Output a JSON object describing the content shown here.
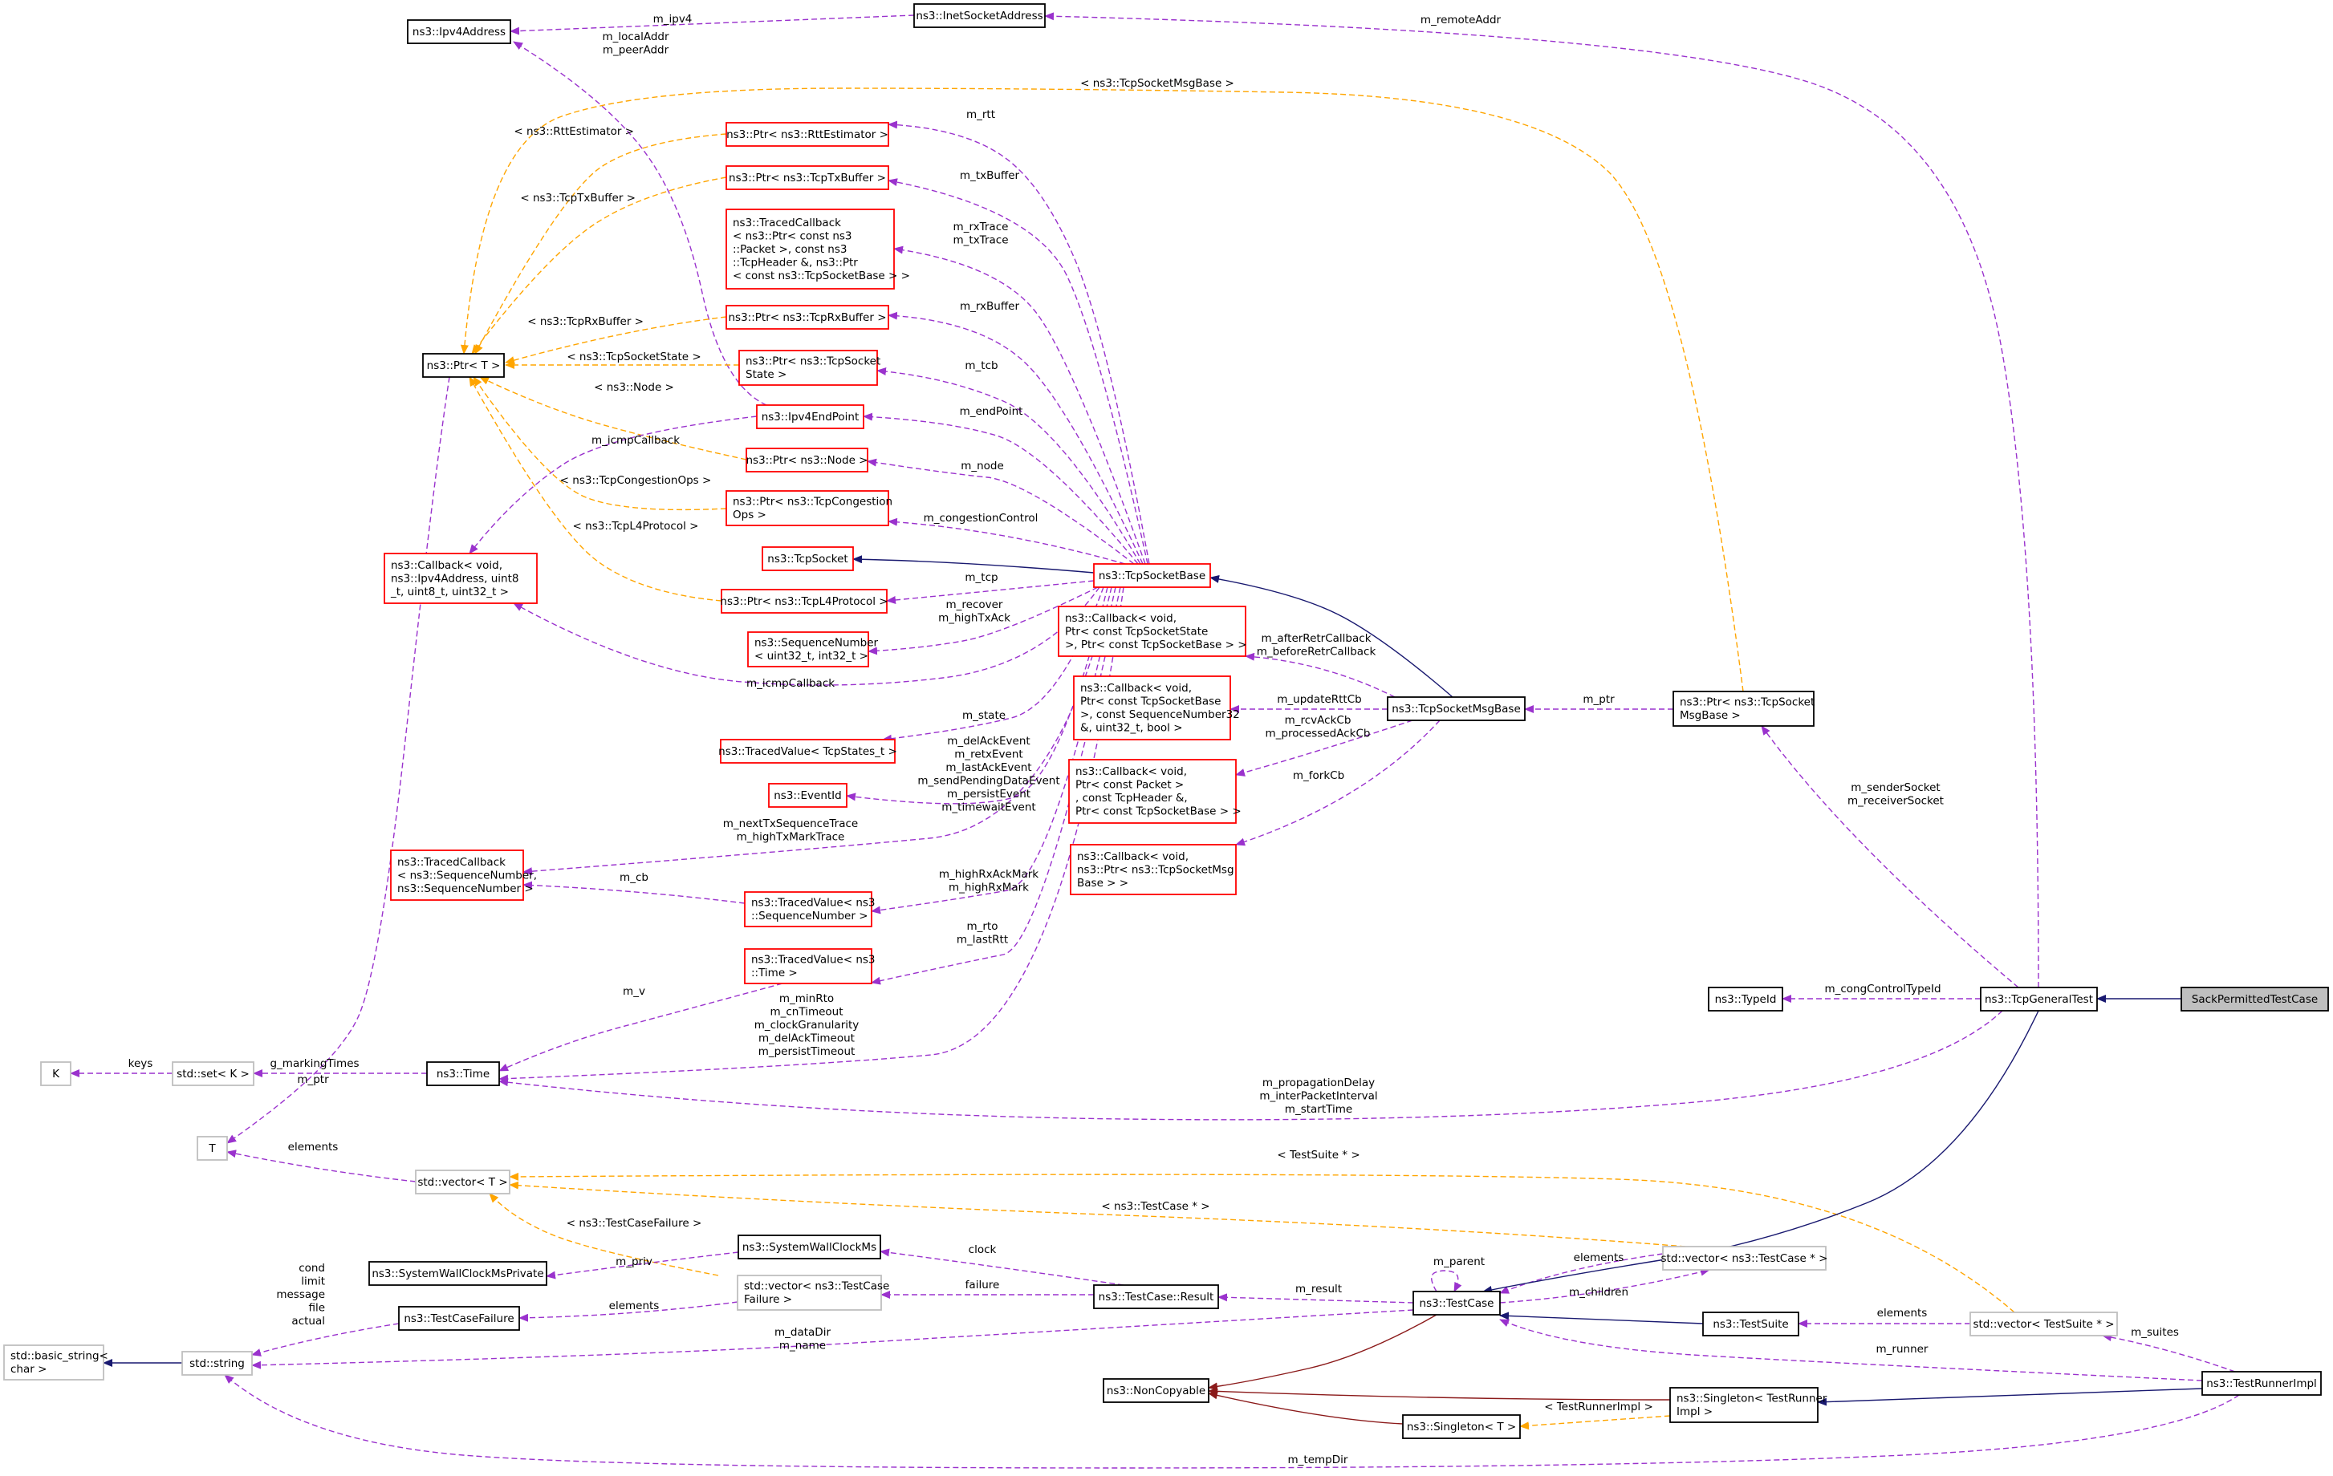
{
  "colors": {
    "usage": "#9a32cd",
    "template": "#ffa500",
    "inherit": "#191970",
    "private_inherit": "#8b1a1a",
    "border_black": "#000000",
    "border_red": "#ff0000",
    "border_grey": "#bfbfbf",
    "highlight_fill": "#bfbfbf"
  },
  "nodes": [
    {
      "id": "ipv4addr",
      "border": "black",
      "lines": [
        "ns3::Ipv4Address"
      ]
    },
    {
      "id": "inetsock",
      "border": "black",
      "lines": [
        "ns3::InetSocketAddress"
      ]
    },
    {
      "id": "ptrrtt",
      "border": "red",
      "lines": [
        "ns3::Ptr< ns3::RttEstimator >"
      ]
    },
    {
      "id": "ptrtx",
      "border": "red",
      "lines": [
        "ns3::Ptr< ns3::TcpTxBuffer >"
      ]
    },
    {
      "id": "tracedcb1",
      "border": "red",
      "lines": [
        "ns3::TracedCallback",
        "< ns3::Ptr< const ns3",
        "::Packet >, const ns3",
        "::TcpHeader &, ns3::Ptr",
        "< const ns3::TcpSocketBase > >"
      ]
    },
    {
      "id": "ptrrx",
      "border": "red",
      "lines": [
        "ns3::Ptr< ns3::TcpRxBuffer >"
      ]
    },
    {
      "id": "ptrstate",
      "border": "red",
      "lines": [
        "ns3::Ptr< ns3::TcpSocket",
        "State >"
      ]
    },
    {
      "id": "ptrt",
      "border": "black",
      "lines": [
        "ns3::Ptr< T >"
      ]
    },
    {
      "id": "ipv4ep",
      "border": "red",
      "lines": [
        "ns3::Ipv4EndPoint"
      ]
    },
    {
      "id": "ptrnode",
      "border": "red",
      "lines": [
        "ns3::Ptr< ns3::Node >"
      ]
    },
    {
      "id": "ptrcong",
      "border": "red",
      "lines": [
        "ns3::Ptr< ns3::TcpCongestion",
        "Ops >"
      ]
    },
    {
      "id": "cbicmp",
      "border": "red",
      "lines": [
        "ns3::Callback< void,",
        "ns3::Ipv4Address, uint8",
        "_t, uint8_t, uint32_t >"
      ]
    },
    {
      "id": "tcpsocket",
      "border": "red",
      "lines": [
        "ns3::TcpSocket"
      ]
    },
    {
      "id": "tcpsocketbase",
      "border": "red",
      "lines": [
        "ns3::TcpSocketBase"
      ]
    },
    {
      "id": "ptrl4",
      "border": "red",
      "lines": [
        "ns3::Ptr< ns3::TcpL4Protocol >"
      ]
    },
    {
      "id": "seqnum",
      "border": "red",
      "lines": [
        "ns3::SequenceNumber",
        "< uint32_t, int32_t >"
      ]
    },
    {
      "id": "tracedstate",
      "border": "red",
      "lines": [
        "ns3::TracedValue< TcpStates_t >"
      ]
    },
    {
      "id": "eventid",
      "border": "red",
      "lines": [
        "ns3::EventId"
      ]
    },
    {
      "id": "tracedcbseq",
      "border": "red",
      "lines": [
        "ns3::TracedCallback",
        "< ns3::SequenceNumber,",
        "ns3::SequenceNumber >"
      ]
    },
    {
      "id": "tracedseq",
      "border": "red",
      "lines": [
        "ns3::TracedValue< ns3",
        "::SequenceNumber >"
      ]
    },
    {
      "id": "tracedtime",
      "border": "red",
      "lines": [
        "ns3::TracedValue< ns3",
        "::Time >"
      ]
    },
    {
      "id": "cbretr",
      "border": "red",
      "lines": [
        "ns3::Callback< void,",
        "Ptr< const TcpSocketState",
        ">, Ptr< const TcpSocketBase > >"
      ]
    },
    {
      "id": "cbrtt",
      "border": "red",
      "lines": [
        "ns3::Callback< void,",
        "Ptr< const TcpSocketBase",
        ">, const SequenceNumber32",
        "&, uint32_t, bool >"
      ]
    },
    {
      "id": "cbrcv",
      "border": "red",
      "lines": [
        "ns3::Callback< void,",
        "Ptr< const Packet >",
        ", const TcpHeader &,",
        "Ptr< const TcpSocketBase > >"
      ]
    },
    {
      "id": "cbfork",
      "border": "red",
      "lines": [
        "ns3::Callback< void,",
        "ns3::Ptr< ns3::TcpSocketMsg",
        "Base > >"
      ]
    },
    {
      "id": "msgbase",
      "border": "black",
      "lines": [
        "ns3::TcpSocketMsgBase"
      ]
    },
    {
      "id": "ptrmsg",
      "border": "black",
      "lines": [
        "ns3::Ptr< ns3::TcpSocket",
        "MsgBase >"
      ]
    },
    {
      "id": "typeid",
      "border": "black",
      "lines": [
        "ns3::TypeId"
      ]
    },
    {
      "id": "general",
      "border": "black",
      "lines": [
        "ns3::TcpGeneralTest"
      ]
    },
    {
      "id": "sack",
      "border": "black",
      "fill": "grey",
      "lines": [
        "SackPermittedTestCase"
      ]
    },
    {
      "id": "K",
      "border": "grey",
      "lines": [
        "K"
      ]
    },
    {
      "id": "setk",
      "border": "grey",
      "lines": [
        "std::set< K >"
      ]
    },
    {
      "id": "time",
      "border": "black",
      "lines": [
        "ns3::Time"
      ]
    },
    {
      "id": "T",
      "border": "grey",
      "lines": [
        "T"
      ]
    },
    {
      "id": "vect",
      "border": "grey",
      "lines": [
        "std::vector< T >"
      ]
    },
    {
      "id": "wallpriv",
      "border": "black",
      "lines": [
        "ns3::SystemWallClockMsPrivate"
      ]
    },
    {
      "id": "wall",
      "border": "black",
      "lines": [
        "ns3::SystemWallClockMs"
      ]
    },
    {
      "id": "vecfail",
      "border": "grey",
      "lines": [
        "std::vector< ns3::TestCase",
        "Failure >"
      ]
    },
    {
      "id": "failure",
      "border": "black",
      "lines": [
        "ns3::TestCaseFailure"
      ]
    },
    {
      "id": "result",
      "border": "black",
      "lines": [
        "ns3::TestCase::Result"
      ]
    },
    {
      "id": "vectc",
      "border": "grey",
      "lines": [
        "std::vector< ns3::TestCase * >"
      ]
    },
    {
      "id": "testcase",
      "border": "black",
      "lines": [
        "ns3::TestCase"
      ]
    },
    {
      "id": "basicstr",
      "border": "grey",
      "lines": [
        "std::basic_string<",
        "char >"
      ]
    },
    {
      "id": "string",
      "border": "grey",
      "lines": [
        "std::string"
      ]
    },
    {
      "id": "testsuite",
      "border": "black",
      "lines": [
        "ns3::TestSuite"
      ]
    },
    {
      "id": "vects",
      "border": "grey",
      "lines": [
        "std::vector< TestSuite * >"
      ]
    },
    {
      "id": "noncopy",
      "border": "black",
      "lines": [
        "ns3::NonCopyable"
      ]
    },
    {
      "id": "singtr",
      "border": "black",
      "lines": [
        "ns3::Singleton< TestRunner",
        "Impl >"
      ]
    },
    {
      "id": "runner",
      "border": "black",
      "lines": [
        "ns3::TestRunnerImpl"
      ]
    },
    {
      "id": "singt",
      "border": "black",
      "lines": [
        "ns3::Singleton< T >"
      ]
    }
  ],
  "edges": [
    {
      "from": "inetsock",
      "to": "ipv4addr",
      "kind": "usage",
      "labels": [
        "m_ipv4"
      ]
    },
    {
      "from": "ipv4ep",
      "to": "ipv4addr",
      "kind": "usage",
      "labels": [
        "m_localAddr",
        "m_peerAddr"
      ]
    },
    {
      "from": "general",
      "to": "inetsock",
      "kind": "usage",
      "labels": [
        "m_remoteAddr"
      ]
    },
    {
      "from": "ptrmsg",
      "to": "ptrt",
      "kind": "template",
      "labels": [
        "< ns3::TcpSocketMsgBase >"
      ]
    },
    {
      "from": "ptrrtt",
      "to": "ptrt",
      "kind": "template",
      "labels": [
        "< ns3::RttEstimator >"
      ]
    },
    {
      "from": "ptrtx",
      "to": "ptrt",
      "kind": "template",
      "labels": [
        "< ns3::TcpTxBuffer >"
      ]
    },
    {
      "from": "ptrrx",
      "to": "ptrt",
      "kind": "template",
      "labels": [
        "< ns3::TcpRxBuffer >"
      ]
    },
    {
      "from": "ptrstate",
      "to": "ptrt",
      "kind": "template",
      "labels": [
        "< ns3::TcpSocketState >"
      ]
    },
    {
      "from": "ptrnode",
      "to": "ptrt",
      "kind": "template",
      "labels": [
        "< ns3::Node >"
      ]
    },
    {
      "from": "ptrcong",
      "to": "ptrt",
      "kind": "template",
      "labels": [
        "< ns3::TcpCongestionOps >"
      ]
    },
    {
      "from": "ptrl4",
      "to": "ptrt",
      "kind": "template",
      "labels": [
        "< ns3::TcpL4Protocol >"
      ]
    },
    {
      "from": "tcpsocketbase",
      "to": "ptrrtt",
      "kind": "usage",
      "labels": [
        "m_rtt"
      ]
    },
    {
      "from": "tcpsocketbase",
      "to": "ptrtx",
      "kind": "usage",
      "labels": [
        "m_txBuffer"
      ]
    },
    {
      "from": "tcpsocketbase",
      "to": "tracedcb1",
      "kind": "usage",
      "labels": [
        "m_rxTrace",
        "m_txTrace"
      ]
    },
    {
      "from": "tcpsocketbase",
      "to": "ptrrx",
      "kind": "usage",
      "labels": [
        "m_rxBuffer"
      ]
    },
    {
      "from": "tcpsocketbase",
      "to": "ptrstate",
      "kind": "usage",
      "labels": [
        "m_tcb"
      ]
    },
    {
      "from": "tcpsocketbase",
      "to": "ipv4ep",
      "kind": "usage",
      "labels": [
        "m_endPoint"
      ]
    },
    {
      "from": "ipv4ep",
      "to": "cbicmp",
      "kind": "usage",
      "labels": [
        "m_icmpCallback"
      ]
    },
    {
      "from": "tcpsocketbase",
      "to": "ptrnode",
      "kind": "usage",
      "labels": [
        "m_node"
      ]
    },
    {
      "from": "tcpsocketbase",
      "to": "ptrcong",
      "kind": "usage",
      "labels": [
        "m_congestionControl"
      ]
    },
    {
      "from": "tcpsocketbase",
      "to": "tcpsocket",
      "kind": "inherit",
      "labels": []
    },
    {
      "from": "tcpsocketbase",
      "to": "ptrl4",
      "kind": "usage",
      "labels": [
        "m_tcp"
      ]
    },
    {
      "from": "tcpsocketbase",
      "to": "seqnum",
      "kind": "usage",
      "labels": [
        "m_recover",
        "m_highTxAck"
      ]
    },
    {
      "from": "tcpsocketbase",
      "to": "cbicmp",
      "kind": "usage",
      "labels": [
        "m_icmpCallback"
      ]
    },
    {
      "from": "tcpsocketbase",
      "to": "tracedstate",
      "kind": "usage",
      "labels": [
        "m_state"
      ]
    },
    {
      "from": "tcpsocketbase",
      "to": "eventid",
      "kind": "usage",
      "labels": [
        "m_delAckEvent",
        "m_retxEvent",
        "m_lastAckEvent",
        "m_sendPendingDataEvent",
        "m_persistEvent",
        "m_timewaitEvent"
      ]
    },
    {
      "from": "tcpsocketbase",
      "to": "tracedcbseq",
      "kind": "usage",
      "labels": [
        "m_nextTxSequenceTrace",
        "m_highTxMarkTrace"
      ]
    },
    {
      "from": "tracedseq",
      "to": "tracedcbseq",
      "kind": "usage",
      "labels": [
        "m_cb"
      ]
    },
    {
      "from": "tcpsocketbase",
      "to": "tracedseq",
      "kind": "usage",
      "labels": [
        "m_highRxAckMark",
        "m_highRxMark"
      ]
    },
    {
      "from": "tcpsocketbase",
      "to": "tracedtime",
      "kind": "usage",
      "labels": [
        "m_rto",
        "m_lastRtt"
      ]
    },
    {
      "from": "tracedtime",
      "to": "time",
      "kind": "usage",
      "labels": [
        "m_v"
      ]
    },
    {
      "from": "tcpsocketbase",
      "to": "time",
      "kind": "usage",
      "labels": [
        "m_minRto",
        "m_cnTimeout",
        "m_clockGranularity",
        "m_delAckTimeout",
        "m_persistTimeout"
      ]
    },
    {
      "from": "msgbase",
      "to": "tcpsocketbase",
      "kind": "inherit",
      "labels": []
    },
    {
      "from": "msgbase",
      "to": "cbretr",
      "kind": "usage",
      "labels": [
        "m_afterRetrCallback",
        "m_beforeRetrCallback"
      ]
    },
    {
      "from": "msgbase",
      "to": "cbrtt",
      "kind": "usage",
      "labels": [
        "m_updateRttCb"
      ]
    },
    {
      "from": "msgbase",
      "to": "cbrcv",
      "kind": "usage",
      "labels": [
        "m_rcvAckCb",
        "m_processedAckCb"
      ]
    },
    {
      "from": "msgbase",
      "to": "cbfork",
      "kind": "usage",
      "labels": [
        "m_forkCb"
      ]
    },
    {
      "from": "ptrmsg",
      "to": "msgbase",
      "kind": "usage",
      "labels": [
        "m_ptr"
      ]
    },
    {
      "from": "general",
      "to": "ptrmsg",
      "kind": "usage",
      "labels": [
        "m_senderSocket",
        "m_receiverSocket"
      ]
    },
    {
      "from": "general",
      "to": "typeid",
      "kind": "usage",
      "labels": [
        "m_congControlTypeId"
      ]
    },
    {
      "from": "sack",
      "to": "general",
      "kind": "inherit",
      "labels": []
    },
    {
      "from": "setk",
      "to": "K",
      "kind": "usage",
      "labels": [
        "keys"
      ]
    },
    {
      "from": "time",
      "to": "setk",
      "kind": "usage",
      "labels": [
        "g_markingTimes"
      ]
    },
    {
      "from": "general",
      "to": "time",
      "kind": "usage",
      "labels": [
        "m_propagationDelay",
        "m_interPacketInterval",
        "m_startTime"
      ]
    },
    {
      "from": "ptrt",
      "to": "T",
      "kind": "usage",
      "labels": [
        "m_ptr"
      ]
    },
    {
      "from": "vect",
      "to": "T",
      "kind": "usage",
      "labels": [
        "elements"
      ]
    },
    {
      "from": "vects",
      "to": "vect",
      "kind": "template",
      "labels": [
        "< TestSuite * >"
      ]
    },
    {
      "from": "vectc",
      "to": "vect",
      "kind": "template",
      "labels": [
        "< ns3::TestCase * >"
      ]
    },
    {
      "from": "vecfail",
      "to": "vect",
      "kind": "template",
      "labels": [
        "< ns3::TestCaseFailure >"
      ]
    },
    {
      "from": "wall",
      "to": "wallpriv",
      "kind": "usage",
      "labels": [
        "m_priv"
      ]
    },
    {
      "from": "result",
      "to": "wall",
      "kind": "usage",
      "labels": [
        "clock"
      ]
    },
    {
      "from": "result",
      "to": "vecfail",
      "kind": "usage",
      "labels": [
        "failure"
      ]
    },
    {
      "from": "vecfail",
      "to": "failure",
      "kind": "usage",
      "labels": [
        "elements"
      ]
    },
    {
      "from": "failure",
      "to": "string",
      "kind": "usage",
      "labels": [
        "cond",
        "limit",
        "message",
        "file",
        "actual"
      ]
    },
    {
      "from": "string",
      "to": "basicstr",
      "kind": "inherit",
      "labels": []
    },
    {
      "from": "testcase",
      "to": "string",
      "kind": "usage",
      "labels": [
        "m_dataDir",
        "m_name"
      ]
    },
    {
      "from": "testcase",
      "to": "result",
      "kind": "usage",
      "labels": [
        "m_result"
      ]
    },
    {
      "from": "testcase",
      "to": "testcase",
      "kind": "usage",
      "labels": [
        "m_parent"
      ]
    },
    {
      "from": "testcase",
      "to": "vectc",
      "kind": "usage",
      "labels": [
        "m_children"
      ]
    },
    {
      "from": "vectc",
      "to": "testcase",
      "kind": "usage",
      "labels": [
        "elements"
      ]
    },
    {
      "from": "general",
      "to": "testcase",
      "kind": "inherit",
      "labels": []
    },
    {
      "from": "testsuite",
      "to": "testcase",
      "kind": "inherit",
      "labels": []
    },
    {
      "from": "vects",
      "to": "testsuite",
      "kind": "usage",
      "labels": [
        "elements"
      ]
    },
    {
      "from": "runner",
      "to": "vects",
      "kind": "usage",
      "labels": [
        "m_suites"
      ]
    },
    {
      "from": "runner",
      "to": "testcase",
      "kind": "usage",
      "labels": [
        "m_runner"
      ]
    },
    {
      "from": "testcase",
      "to": "noncopy",
      "kind": "private_inherit",
      "labels": []
    },
    {
      "from": "singtr",
      "to": "noncopy",
      "kind": "private_inherit",
      "labels": []
    },
    {
      "from": "singt",
      "to": "noncopy",
      "kind": "private_inherit",
      "labels": []
    },
    {
      "from": "singtr",
      "to": "singt",
      "kind": "template",
      "labels": [
        "< TestRunnerImpl >"
      ]
    },
    {
      "from": "runner",
      "to": "singtr",
      "kind": "inherit",
      "labels": []
    },
    {
      "from": "runner",
      "to": "string",
      "kind": "usage",
      "labels": [
        "m_tempDir"
      ]
    }
  ]
}
